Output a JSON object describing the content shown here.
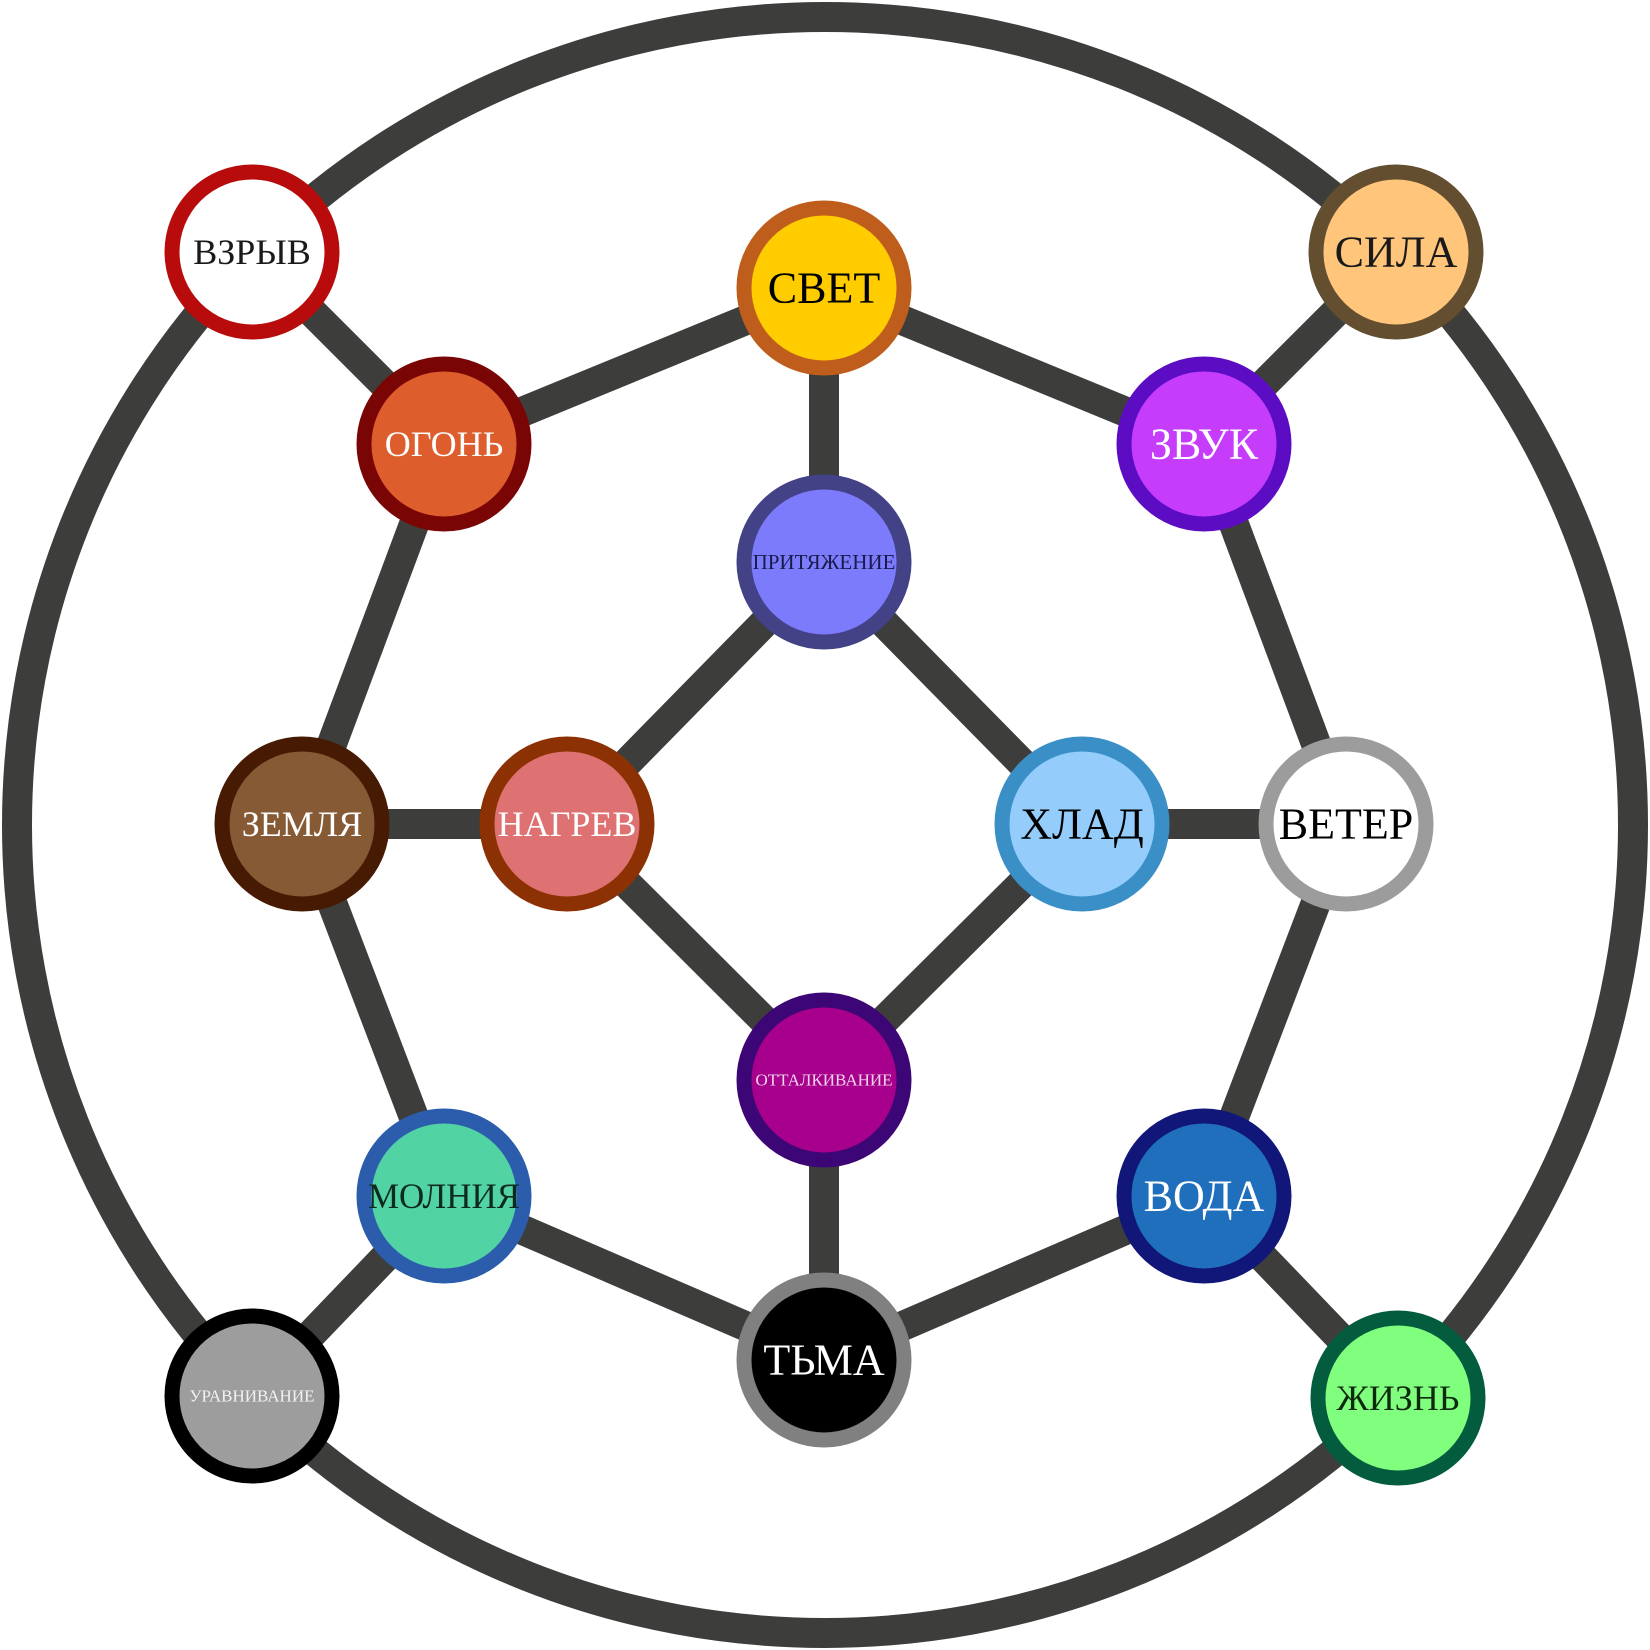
{
  "diagram": {
    "type": "element-relationship-graph",
    "edge_color": "#3d3d3b",
    "outer_ring": {
      "connects": [
        "vzryv",
        "sila",
        "zhizn",
        "uravnivanie"
      ]
    },
    "nodes": [
      {
        "id": "vzryv",
        "label": "ВЗРЫВ",
        "fill": "#ffffff",
        "ring": "#b80c0c",
        "text_color": "#1a1a1a",
        "size": "medium"
      },
      {
        "id": "sila",
        "label": "СИЛА",
        "fill": "#ffc57a",
        "ring": "#634e30",
        "text_color": "#1a1a1a",
        "size": "large"
      },
      {
        "id": "ogon",
        "label": "ОГОНЬ",
        "fill": "#dd5e2c",
        "ring": "#7a0505",
        "text_color": "#ffffff",
        "size": "medium"
      },
      {
        "id": "zvuk",
        "label": "ЗВУК",
        "fill": "#c53cfb",
        "ring": "#5c0cc3",
        "text_color": "#ffffff",
        "size": "large"
      },
      {
        "id": "svet",
        "label": "СВЕТ",
        "fill": "#ffcc00",
        "ring": "#bf5d1c",
        "text_color": "#000000",
        "size": "large"
      },
      {
        "id": "prityazhenie",
        "label": "ПРИТЯЖЕНИЕ",
        "fill": "#7b7bfb",
        "ring": "#434287",
        "text_color": "#1a1a4a",
        "size": "small"
      },
      {
        "id": "zemlya",
        "label": "ЗЕМЛЯ",
        "fill": "#855a34",
        "ring": "#471a04",
        "text_color": "#ffffff",
        "size": "medium"
      },
      {
        "id": "nagrev",
        "label": "НАГРЕВ",
        "fill": "#de7171",
        "ring": "#8b3103",
        "text_color": "#ffffff",
        "size": "medium"
      },
      {
        "id": "khlad",
        "label": "ХЛАД",
        "fill": "#94cdfc",
        "ring": "#3a8fc6",
        "text_color": "#000000",
        "size": "large"
      },
      {
        "id": "veter",
        "label": "ВЕТЕР",
        "fill": "#ffffff",
        "ring": "#9c9c9c",
        "text_color": "#000000",
        "size": "large"
      },
      {
        "id": "ottalkivanie",
        "label": "ОТТАЛКИВАНИЕ",
        "fill": "#a6008c",
        "ring": "#3c0676",
        "text_color": "#f4d6ef",
        "size": "xsmall"
      },
      {
        "id": "molniya",
        "label": "МОЛНИЯ",
        "fill": "#52d3a3",
        "ring": "#2c5dad",
        "text_color": "#0d2a1e",
        "size": "medium"
      },
      {
        "id": "tma",
        "label": "ТЬМА",
        "fill": "#000000",
        "ring": "#808080",
        "text_color": "#ffffff",
        "size": "large"
      },
      {
        "id": "voda",
        "label": "ВОДА",
        "fill": "#206fbc",
        "ring": "#111779",
        "text_color": "#ffffff",
        "size": "large"
      },
      {
        "id": "uravnivanie",
        "label": "УРАВНИВАНИЕ",
        "fill": "#9d9d9d",
        "ring": "#000000",
        "text_color": "#f2f2f2",
        "size": "xsmall"
      },
      {
        "id": "zhizn",
        "label": "ЖИЗНЬ",
        "fill": "#80fe7e",
        "ring": "#045c3e",
        "text_color": "#0d2a0d",
        "size": "medium"
      }
    ],
    "edges": [
      [
        "vzryv",
        "ogon"
      ],
      [
        "sila",
        "zvuk"
      ],
      [
        "zhizn",
        "voda"
      ],
      [
        "uravnivanie",
        "molniya"
      ],
      [
        "ogon",
        "svet"
      ],
      [
        "svet",
        "zvuk"
      ],
      [
        "zvuk",
        "veter"
      ],
      [
        "veter",
        "voda"
      ],
      [
        "voda",
        "tma"
      ],
      [
        "tma",
        "molniya"
      ],
      [
        "molniya",
        "zemlya"
      ],
      [
        "zemlya",
        "ogon"
      ],
      [
        "svet",
        "prityazhenie"
      ],
      [
        "zemlya",
        "nagrev"
      ],
      [
        "veter",
        "khlad"
      ],
      [
        "tma",
        "ottalkivanie"
      ],
      [
        "prityazhenie",
        "nagrev"
      ],
      [
        "prityazhenie",
        "khlad"
      ],
      [
        "khlad",
        "ottalkivanie"
      ],
      [
        "nagrev",
        "ottalkivanie"
      ]
    ]
  }
}
